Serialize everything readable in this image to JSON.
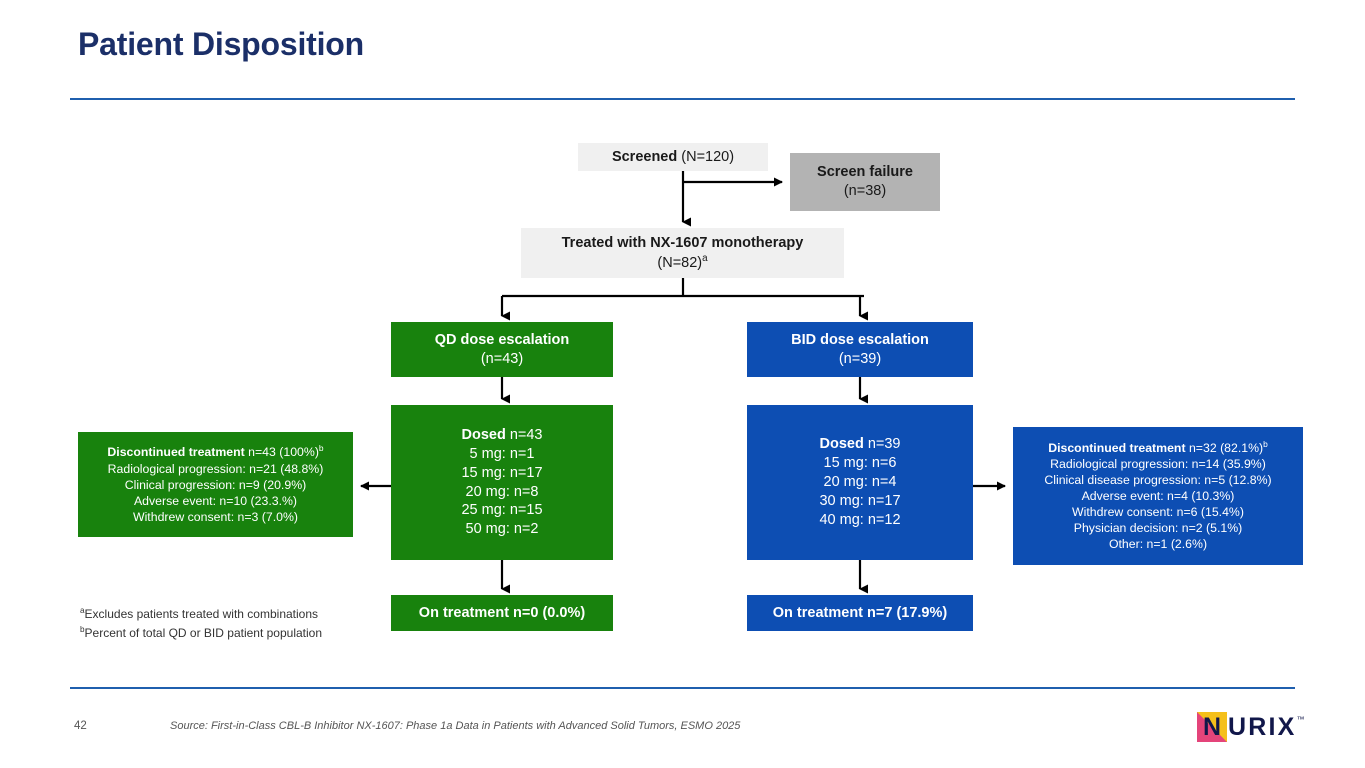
{
  "slide": {
    "title": "Patient Disposition",
    "page_number": "42",
    "source": "Source: First-in-Class CBL-B Inhibitor NX-1607: Phase 1a Data in Patients with Advanced Solid Tumors, ESMO 2025",
    "accent_line_color": "#1f5fae",
    "title_color": "#1b2f68"
  },
  "logo": {
    "letter": "N",
    "word": "URIX",
    "tm": "™",
    "yellow": "#f5c01a",
    "pink": "#e4447a",
    "navy": "#11174a"
  },
  "flow": {
    "screened": {
      "label_bold": "Screened",
      "label_rest": " (N=120)",
      "fill": "#f0f0f0"
    },
    "screen_failure": {
      "line1": "Screen failure",
      "line2": "(n=38)",
      "fill": "#b3b3b3"
    },
    "treated": {
      "line1": "Treated with NX-1607 monotherapy",
      "line2_pre": "(N=82)",
      "line2_sup": "a",
      "fill": "#f0f0f0"
    },
    "qd": {
      "color": "#18820d",
      "escalation": {
        "line1": "QD dose escalation",
        "line2": "(n=43)"
      },
      "dosed": {
        "header_bold": "Dosed",
        "header_rest": " n=43",
        "rows": [
          "5 mg: n=1",
          "15 mg: n=17",
          "20 mg: n=8",
          "25 mg: n=15",
          "50 mg: n=2"
        ]
      },
      "discontinued": {
        "header_bold": "Discontinued treatment",
        "header_rest": " n=43 (100%)",
        "header_sup": "b",
        "rows": [
          "Radiological progression: n=21 (48.8%)",
          "Clinical progression: n=9 (20.9%)",
          "Adverse event: n=10 (23.3.%)",
          "Withdrew consent: n=3 (7.0%)"
        ]
      },
      "on_treatment": "On treatment n=0 (0.0%)"
    },
    "bid": {
      "color": "#0d4eb3",
      "escalation": {
        "line1": "BID dose escalation",
        "line2": "(n=39)"
      },
      "dosed": {
        "header_bold": "Dosed",
        "header_rest": " n=39",
        "rows": [
          "15 mg: n=6",
          "20 mg: n=4",
          "30 mg: n=17",
          "40 mg: n=12"
        ]
      },
      "discontinued": {
        "header_bold": "Discontinued treatment",
        "header_rest": " n=32 (82.1%)",
        "header_sup": "b",
        "rows": [
          "Radiological progression: n=14 (35.9%)",
          "Clinical disease progression: n=5 (12.8%)",
          "Adverse event: n=4 (10.3%)",
          "Withdrew consent: n=6 (15.4%)",
          "Physician decision: n=2 (5.1%)",
          "Other: n=1 (2.6%)"
        ]
      },
      "on_treatment": "On treatment n=7 (17.9%)"
    }
  },
  "footnotes": {
    "a_sup": "a",
    "a_text": "Excludes patients treated with combinations",
    "b_sup": "b",
    "b_text": "Percent of total QD or BID patient population"
  }
}
